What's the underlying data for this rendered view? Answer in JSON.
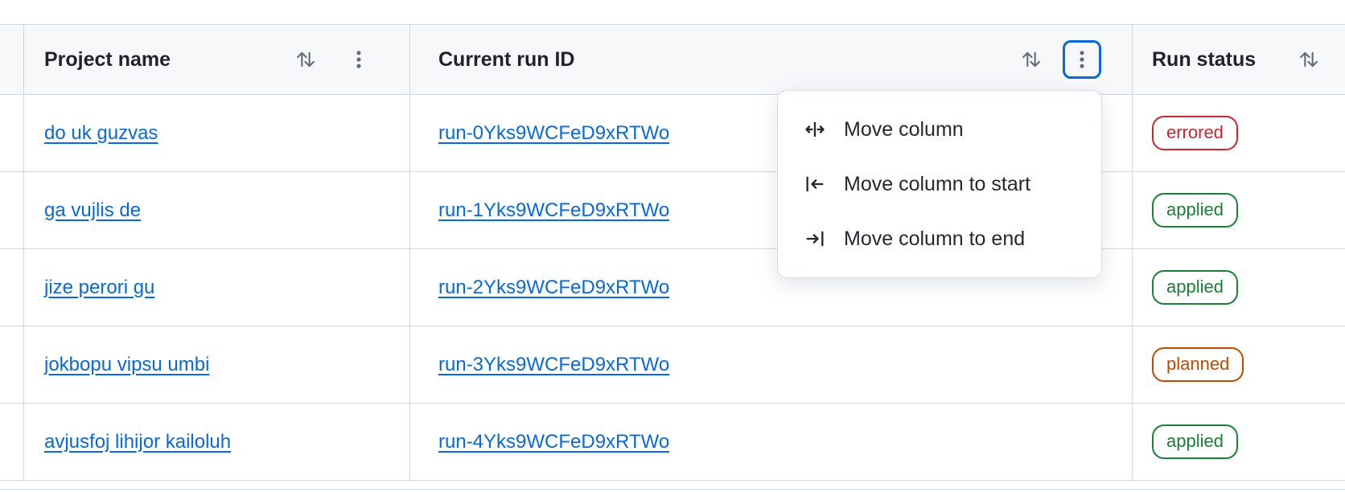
{
  "table": {
    "columns": [
      {
        "id": "project_name",
        "label": "Project name"
      },
      {
        "id": "current_run_id",
        "label": "Current run ID"
      },
      {
        "id": "run_status",
        "label": "Run status"
      }
    ],
    "rows": [
      {
        "project_name": "do uk guzvas",
        "current_run_id": "run-0Yks9WCFeD9xRTWo",
        "run_status": "errored",
        "status_color": "red"
      },
      {
        "project_name": "ga vujlis de",
        "current_run_id": "run-1Yks9WCFeD9xRTWo",
        "run_status": "applied",
        "status_color": "green"
      },
      {
        "project_name": "jize perori gu",
        "current_run_id": "run-2Yks9WCFeD9xRTWo",
        "run_status": "applied",
        "status_color": "green"
      },
      {
        "project_name": "jokbopu vipsu umbi",
        "current_run_id": "run-3Yks9WCFeD9xRTWo",
        "run_status": "planned",
        "status_color": "orange"
      },
      {
        "project_name": "avjusfoj lihijor kailoluh",
        "current_run_id": "run-4Yks9WCFeD9xRTWo",
        "run_status": "applied",
        "status_color": "green"
      }
    ]
  },
  "menu": {
    "open_for_column": "Current run ID",
    "items": [
      {
        "label": "Move column",
        "icon": "move-column-icon"
      },
      {
        "label": "Move column to start",
        "icon": "move-column-to-start-icon"
      },
      {
        "label": "Move column to end",
        "icon": "move-column-to-end-icon"
      }
    ]
  },
  "icons": {
    "sort": "sort-arrows-icon",
    "column_menu": "kebab-menu-icon"
  },
  "colors": {
    "link": "#0969da",
    "focus_ring": "#0969da",
    "header_bg": "#f6f8fa",
    "border": "#d0d7de",
    "status_errored": "#cf222e",
    "status_applied": "#1a7f37",
    "status_planned": "#bc4c00"
  }
}
